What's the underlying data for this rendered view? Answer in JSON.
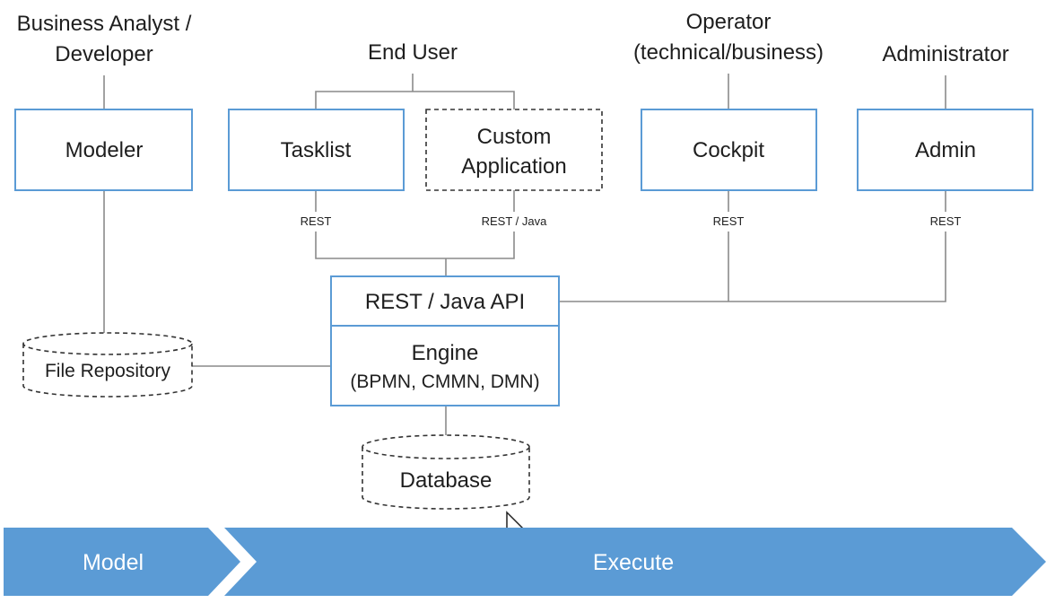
{
  "roles": {
    "business_analyst_line1": "Business Analyst /",
    "business_analyst_line2": "Developer",
    "end_user": "End User",
    "operator_line1": "Operator",
    "operator_line2": "(technical/business)",
    "administrator": "Administrator"
  },
  "components": {
    "modeler": "Modeler",
    "tasklist": "Tasklist",
    "custom_app_line1": "Custom",
    "custom_app_line2": "Application",
    "cockpit": "Cockpit",
    "admin": "Admin",
    "api": "REST / Java API",
    "engine_line1": "Engine",
    "engine_line2": "(BPMN, CMMN, DMN)",
    "file_repository": "File Repository",
    "database": "Database"
  },
  "connectors": {
    "tasklist": "REST",
    "custom_app": "REST / Java",
    "cockpit": "REST",
    "admin": "REST"
  },
  "phases": {
    "model": "Model",
    "execute": "Execute"
  },
  "colors": {
    "box_border": "#5b9bd5",
    "band_model": "#5b9bd5",
    "band_execute": "#5b9bd5",
    "connector_line": "#8a8a8a"
  }
}
